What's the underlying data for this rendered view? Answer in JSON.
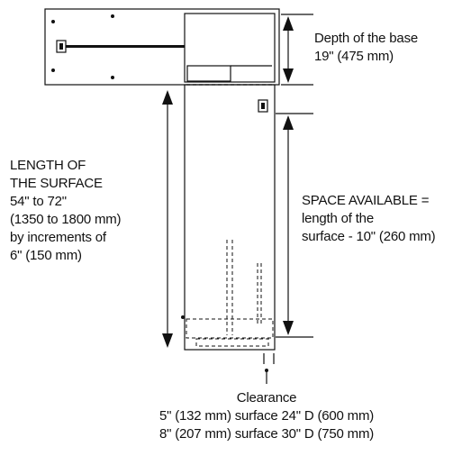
{
  "labels": {
    "depth": [
      "Depth of the base",
      "19\" (475 mm)"
    ],
    "length": [
      "LENGTH OF",
      "THE SURFACE",
      "54\" to 72\"",
      "(1350 to 1800 mm)",
      "by increments of",
      "6\" (150 mm)"
    ],
    "space": [
      "SPACE AVAILABLE =",
      "length of the",
      "surface - 10\" (260 mm)"
    ],
    "clearance": [
      "Clearance",
      "5\" (132 mm) surface 24\" D (600 mm)",
      "8\" (207 mm) surface 30\" D (750 mm)"
    ]
  },
  "colors": {
    "line": "#111111",
    "fill": "#ffffff"
  }
}
